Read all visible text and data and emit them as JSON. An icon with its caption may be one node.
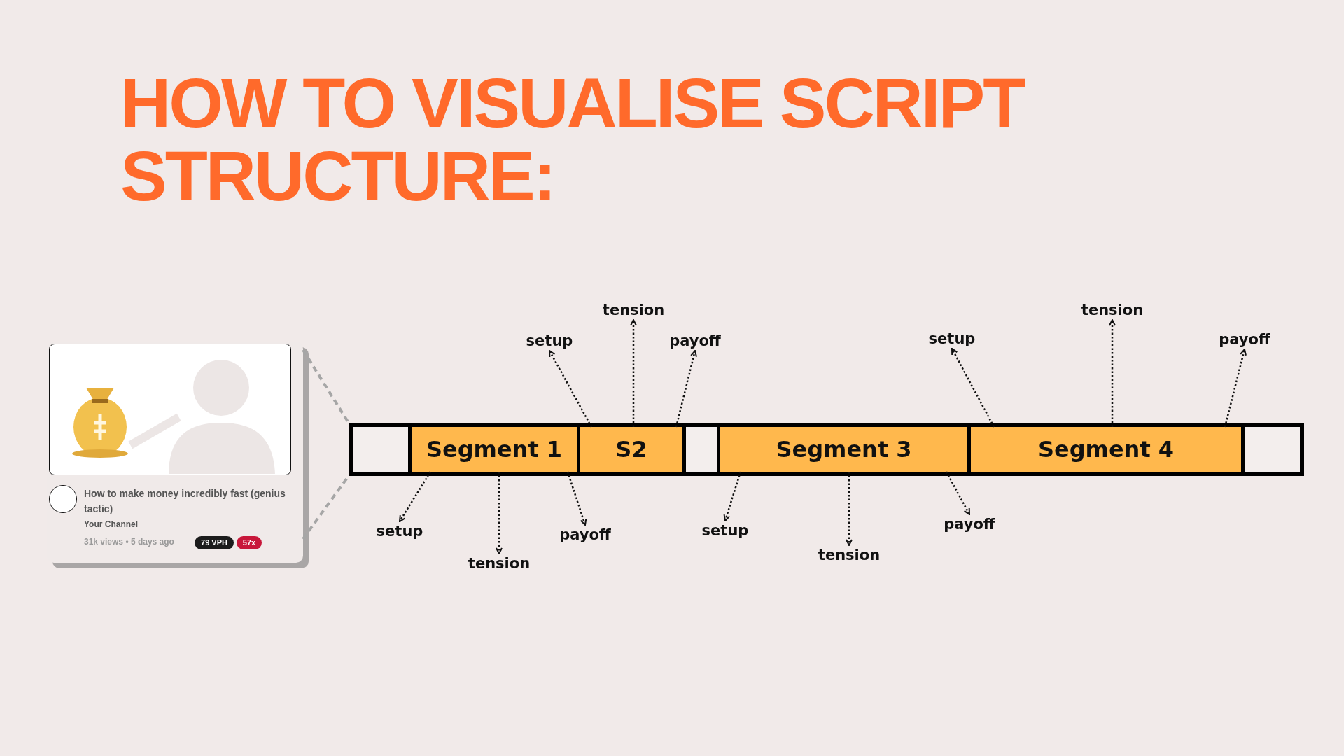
{
  "diagram": {
    "title": "HOW TO VISUALISE SCRIPT STRUCTURE:",
    "nodes": [
      {
        "text": [
          "How to make money incredibly fast (genius tactic)",
          "Your Channel",
          "31k views • 5 days ago"
        ]
      },
      {
        "text": [],
        "shape": "picture",
        "in": 0
      },
      {
        "text": [],
        "shape": "circle",
        "in": 0
      },
      {
        "text": [
          "79 VPH"
        ],
        "in": 0
      },
      {
        "text": [
          "57x"
        ],
        "in": 0
      },
      {
        "text": [],
        "shape": "bar"
      },
      {
        "text": [],
        "shape": "box",
        "in": 5
      },
      {
        "text": [
          "Segment 1"
        ],
        "in": 5
      },
      {
        "text": [
          "S2"
        ],
        "in": 5
      },
      {
        "text": [],
        "shape": "box",
        "in": 5
      },
      {
        "text": [
          "Segment 3"
        ],
        "in": 5
      },
      {
        "text": [
          "Segment 4"
        ],
        "in": 5
      },
      {
        "text": [],
        "shape": "box",
        "in": 5
      },
      {
        "text": [
          "tension"
        ]
      },
      {
        "text": [
          "setup"
        ]
      },
      {
        "text": [
          "payoff"
        ]
      },
      {
        "text": [
          "tension"
        ]
      },
      {
        "text": [
          "setup"
        ]
      },
      {
        "text": [
          "payoff"
        ]
      },
      {
        "text": [
          "setup"
        ]
      },
      {
        "text": [
          "payoff"
        ]
      },
      {
        "text": [
          "tension"
        ]
      },
      {
        "text": [
          "setup"
        ]
      },
      {
        "text": [
          "payoff"
        ]
      },
      {
        "text": [
          "tension"
        ]
      }
    ],
    "edges": [
      {
        "from": 0,
        "to": 5,
        "arrow": "none",
        "style": "dashed",
        "color": "#a6a6a6"
      },
      {
        "from": 0,
        "to": 5,
        "arrow": "none",
        "style": "dashed",
        "color": "#a6a6a6"
      },
      {
        "from": 8,
        "to": 13,
        "arrow": "to",
        "style": "dashed"
      },
      {
        "from": 8,
        "to": 14,
        "arrow": "to",
        "style": "dashed"
      },
      {
        "from": 8,
        "to": 15,
        "arrow": "to",
        "style": "dashed"
      },
      {
        "from": 11,
        "to": 16,
        "arrow": "to",
        "style": "dashed"
      },
      {
        "from": 11,
        "to": 17,
        "arrow": "to",
        "style": "dashed"
      },
      {
        "from": 11,
        "to": 18,
        "arrow": "to",
        "style": "dashed"
      },
      {
        "from": 7,
        "to": 19,
        "arrow": "to",
        "style": "dashed"
      },
      {
        "from": 7,
        "to": 20,
        "arrow": "to",
        "style": "dashed"
      },
      {
        "from": 7,
        "to": 21,
        "arrow": "to",
        "style": "dashed"
      },
      {
        "from": 10,
        "to": 22,
        "arrow": "to",
        "style": "dashed"
      },
      {
        "from": 10,
        "to": 23,
        "arrow": "to",
        "style": "dashed"
      },
      {
        "from": 10,
        "to": 24,
        "arrow": "to",
        "style": "dashed"
      }
    ]
  }
}
